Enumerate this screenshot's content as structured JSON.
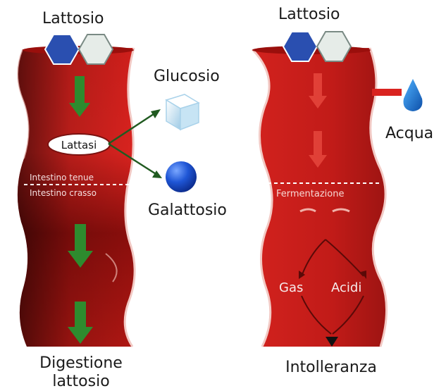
{
  "left": {
    "top_label": "Lattosio",
    "enzyme_label": "Lattasi",
    "section_upper": "Intestino tenue",
    "section_lower": "Intestino crasso",
    "glucose_label": "Glucosio",
    "galactose_label": "Galattosio",
    "bottom_line1": "Digestione",
    "bottom_line2": "lattosio"
  },
  "right": {
    "top_label": "Lattosio",
    "water_label": "Acqua",
    "fermentation_label": "Fermentazione",
    "gas_label": "Gas",
    "acids_label": "Acidi",
    "bottom_label": "Intolleranza"
  },
  "colors": {
    "intestine_red": "#d9231f",
    "dark_red": "#3a0505",
    "arrow_green": "#2e8b2e",
    "hexagon_blue": "#2a4fb0",
    "hexagon_white": "#e6ece8",
    "glucose_ice": "#d6ecf7",
    "galactose_blue": "#1f56d6",
    "water_blue": "#1d7fd6"
  }
}
